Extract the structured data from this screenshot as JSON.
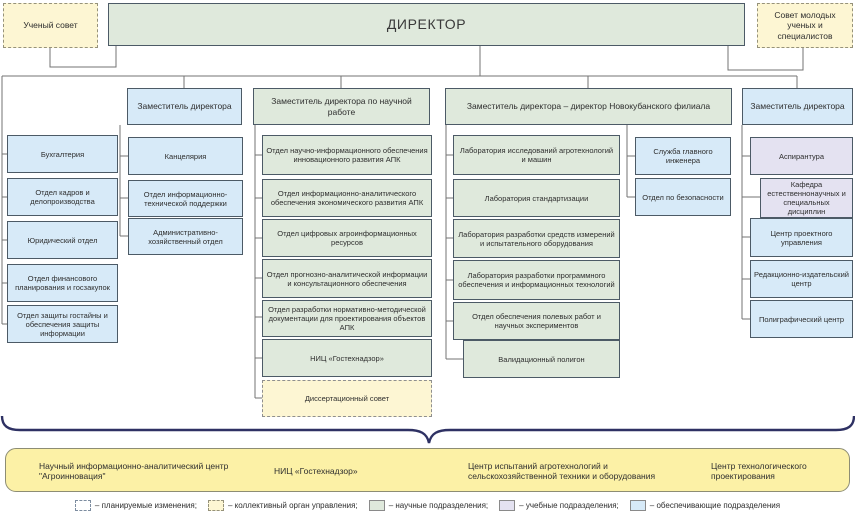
{
  "top": {
    "scientific_council": "Ученый совет",
    "director": "ДИРЕКТОР",
    "young_scientists_council": "Совет молодых ученых и специалистов"
  },
  "deputies": {
    "admin": "Заместитель директора",
    "science": "Заместитель директора по научной работе",
    "branch": "Заместитель директора – директор Новокубанского филиала",
    "general": "Заместитель директора"
  },
  "director_units": [
    "Бухгалтерия",
    "Отдел кадров и делопроизводства",
    "Юридический отдел",
    "Отдел финансового планирования и госзакупок",
    "Отдел защиты гостайны и обеспечения защиты информации"
  ],
  "admin_units": [
    "Канцелярия",
    "Отдел информационно-технической поддержки",
    "Административно-хозяйственный отдел"
  ],
  "science_units": [
    "Отдел научно-информационного обеспечения инновационного развития АПК",
    "Отдел информационно-аналитического обеспечения экономического развития АПК",
    "Отдел цифровых агроинформационных ресурсов",
    "Отдел прогнозно-аналитической информации и консультационного обеспечения",
    "Отдел разработки нормативно-методической документации для проектирования объектов АПК",
    "НИЦ «Гостехнадзор»"
  ],
  "dissertation_council": "Диссертационный совет",
  "branch_units": [
    "Лаборатория исследований агротехнологий и машин",
    "Лаборатория стандартизации",
    "Лаборатория разработки средств измерений и испытательного оборудования",
    "Лаборатория разработки программного обеспечения и информационных технологий",
    "Отдел обеспечения полевых работ и научных экспериментов"
  ],
  "validation_ground": "Валидационный полигон",
  "branch_support_units": [
    "Служба главного инженера",
    "Отдел по безопасности"
  ],
  "general_units": {
    "aspirantura": "Аспирантура",
    "kafedra": "Кафедра естественнонаучных и специальных дисциплин",
    "project_center": "Центр проектного управления",
    "publishing_center": "Редакционно-издательский центр",
    "printing_center": "Полиграфический центр"
  },
  "planned_structures": [
    "Научный информационно-аналитический центр \"Агроинновация\"",
    "НИЦ «Гостехнадзор»",
    "Центр испытаний агротехнологий и сельскохозяйственной техники и оборудования",
    "Центр технологического проектирования"
  ],
  "legend": {
    "planned": "– планируемые изменения;",
    "collective": "– коллективный орган управления;",
    "scientific": "– научные подразделения;",
    "educational": "– учебные подразделения;",
    "support": "– обеспечивающие подразделения"
  },
  "colors": {
    "scientific_fill": "#dfe9dc",
    "support_fill": "#d7eaf8",
    "educational_fill": "#e4e2f1",
    "collective_fill": "#fdf6d3",
    "planned_panel_fill": "#fcf1a6",
    "brace": "#2e3163",
    "connector": "#737373"
  }
}
